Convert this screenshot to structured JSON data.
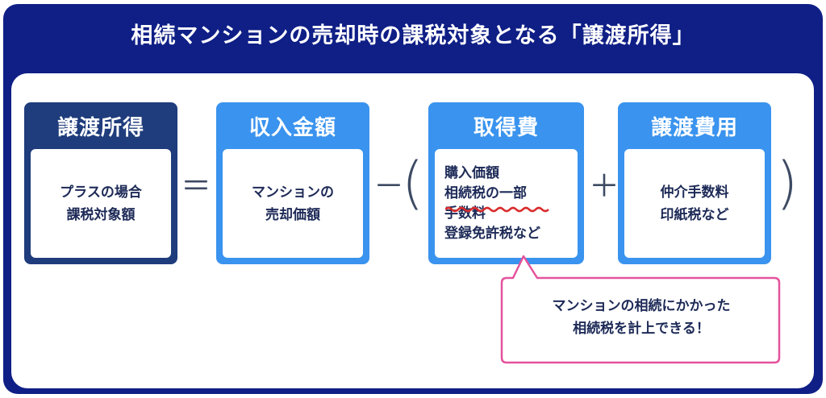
{
  "title": "相続マンションの売却時の課税対象となる「譲渡所得」",
  "colors": {
    "frame": "#0f1f86",
    "dark_box": "#1f3c7c",
    "blue_box": "#3a93ee",
    "operator": "#3d4a63",
    "underline": "#d92b2b",
    "callout_border": "#e5529c",
    "text": "#1d2a57"
  },
  "boxes": {
    "joto": {
      "header": "譲渡所得",
      "lines": [
        "プラスの場合",
        "課税対象額"
      ]
    },
    "shunyu": {
      "header": "収入金額",
      "lines": [
        "マンションの",
        "売却価額"
      ]
    },
    "shutoku": {
      "header": "取得費",
      "lines": [
        "購入価額",
        "相続税の一部",
        "手数料",
        "登録免許税など"
      ]
    },
    "jotohiyo": {
      "header": "譲渡費用",
      "lines": [
        "仲介手数料",
        "印紙税など"
      ]
    }
  },
  "operators": {
    "equals": "＝",
    "minus": "－",
    "open_paren": "(",
    "plus": "＋",
    "close_paren": ")"
  },
  "callout": {
    "lines": [
      "マンションの相続にかかった",
      "相続税を計上できる！"
    ]
  }
}
